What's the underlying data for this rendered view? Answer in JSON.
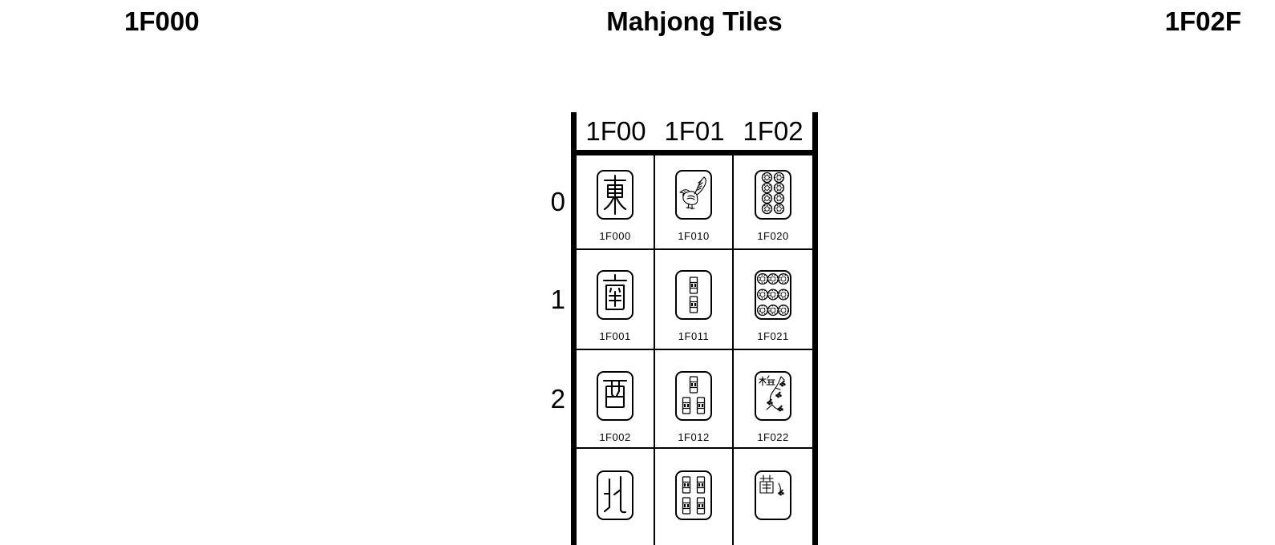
{
  "page": {
    "left_code": "1F000",
    "title": "Mahjong Tiles",
    "right_code": "1F02F"
  },
  "chart": {
    "column_headers": [
      "1F00",
      "1F01",
      "1F02"
    ],
    "rows": [
      {
        "label": "0",
        "cells": [
          {
            "code": "1F000",
            "glyph": "mahjong-east-wind-tile"
          },
          {
            "code": "1F010",
            "glyph": "mahjong-one-of-bamboos-bird-tile"
          },
          {
            "code": "1F020",
            "glyph": "mahjong-eight-of-circles-tile"
          }
        ]
      },
      {
        "label": "1",
        "cells": [
          {
            "code": "1F001",
            "glyph": "mahjong-south-wind-tile"
          },
          {
            "code": "1F011",
            "glyph": "mahjong-two-of-bamboos-tile"
          },
          {
            "code": "1F021",
            "glyph": "mahjong-nine-of-circles-tile"
          }
        ]
      },
      {
        "label": "2",
        "cells": [
          {
            "code": "1F002",
            "glyph": "mahjong-west-wind-tile"
          },
          {
            "code": "1F012",
            "glyph": "mahjong-three-of-bamboos-tile"
          },
          {
            "code": "1F022",
            "glyph": "mahjong-plum-flower-tile"
          }
        ]
      },
      {
        "label": "",
        "cells": [
          {
            "code": "",
            "glyph": "mahjong-north-wind-tile"
          },
          {
            "code": "",
            "glyph": "mahjong-four-of-bamboos-tile"
          },
          {
            "code": "",
            "glyph": "mahjong-orchid-flower-tile"
          }
        ]
      }
    ],
    "colors": {
      "ink": "#000000",
      "background": "#ffffff"
    }
  }
}
